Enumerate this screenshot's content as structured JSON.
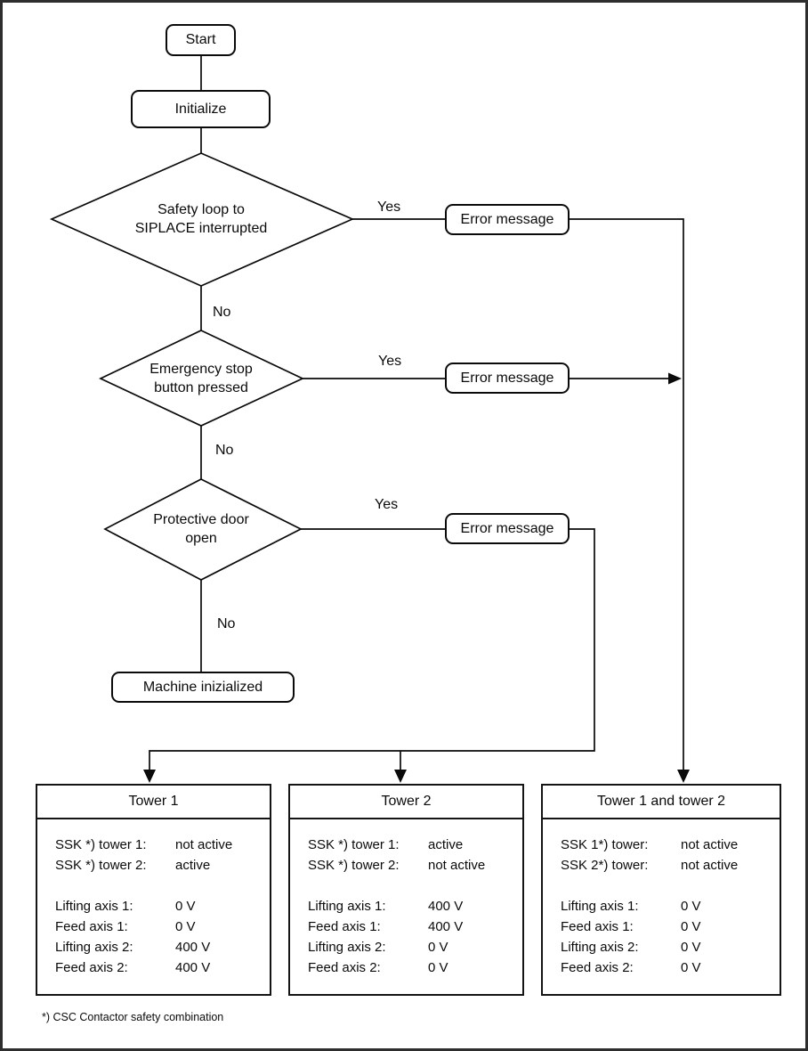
{
  "flow": {
    "start": "Start",
    "initialize": "Initialize",
    "decision1": "Safety loop to\nSIPLACE interrupted",
    "decision2": "Emergency stop\nbutton pressed",
    "decision3": "Protective door\nopen",
    "error_message": "Error message",
    "machine_initialized": "Machine inizialized",
    "yes": "Yes",
    "no": "No"
  },
  "towers": [
    {
      "title": "Tower 1",
      "rows": [
        {
          "label": "SSK *) tower 1:",
          "value": "not active"
        },
        {
          "label": "SSK *) tower 2:",
          "value": "active"
        },
        {
          "label": "Lifting axis 1:",
          "value": "0 V"
        },
        {
          "label": "Feed axis 1:",
          "value": "0 V"
        },
        {
          "label": "Lifting axis 2:",
          "value": "400 V"
        },
        {
          "label": "Feed axis 2:",
          "value": "400 V"
        }
      ]
    },
    {
      "title": "Tower 2",
      "rows": [
        {
          "label": "SSK *) tower 1:",
          "value": "active"
        },
        {
          "label": "SSK *) tower 2:",
          "value": "not active"
        },
        {
          "label": "Lifting axis 1:",
          "value": "400 V"
        },
        {
          "label": "Feed axis 1:",
          "value": "400 V"
        },
        {
          "label": "Lifting axis 2:",
          "value": "0 V"
        },
        {
          "label": "Feed axis 2:",
          "value": "0 V"
        }
      ]
    },
    {
      "title": "Tower 1 and tower 2",
      "rows": [
        {
          "label": "SSK 1*) tower:",
          "value": "not active"
        },
        {
          "label": "SSK 2*) tower:",
          "value": "not active"
        },
        {
          "label": "Lifting axis 1:",
          "value": "0 V"
        },
        {
          "label": "Feed axis 1:",
          "value": "0 V"
        },
        {
          "label": "Lifting axis 2:",
          "value": "0 V"
        },
        {
          "label": "Feed axis 2:",
          "value": "0 V"
        }
      ]
    }
  ],
  "page": {
    "footnote": "*) CSC Contactor safety combination"
  },
  "colors": {
    "line": "#0a0a0a",
    "background": "#ffffff",
    "border": "#2e2e2e"
  }
}
